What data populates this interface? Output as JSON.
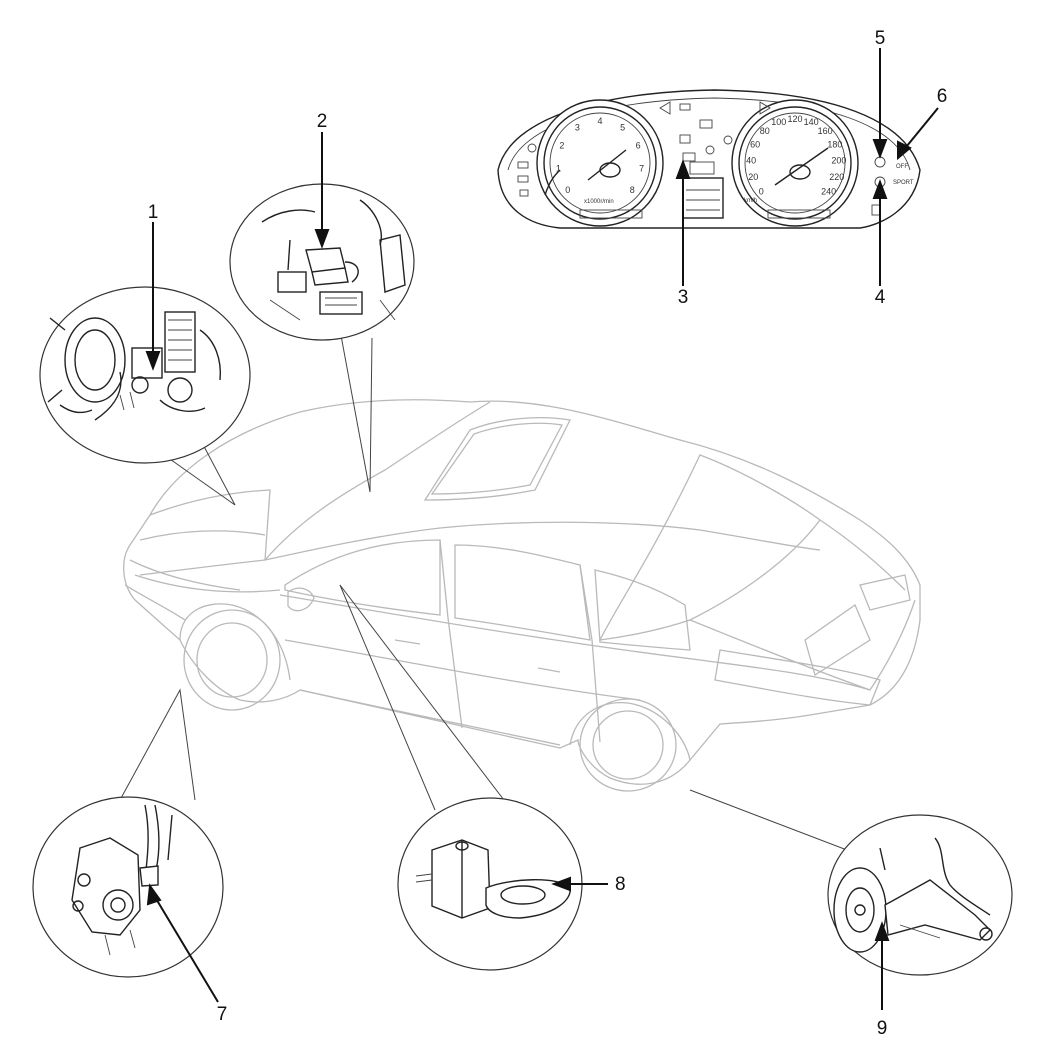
{
  "callouts": [
    {
      "id": "1",
      "label": "1"
    },
    {
      "id": "2",
      "label": "2"
    },
    {
      "id": "3",
      "label": "3"
    },
    {
      "id": "4",
      "label": "4"
    },
    {
      "id": "5",
      "label": "5"
    },
    {
      "id": "6",
      "label": "6"
    },
    {
      "id": "7",
      "label": "7"
    },
    {
      "id": "8",
      "label": "8"
    },
    {
      "id": "9",
      "label": "9"
    }
  ],
  "cluster": {
    "tach_ticks": [
      "0",
      "1",
      "2",
      "3",
      "4",
      "5",
      "6",
      "7",
      "8"
    ],
    "speed_ticks": [
      "0",
      "20",
      "40",
      "60",
      "80",
      "100",
      "120",
      "140",
      "160",
      "180",
      "200",
      "220",
      "240"
    ],
    "tach_unit": "x1000r/min",
    "speed_unit": "km/h",
    "sport_label": "SPORT",
    "off_label": "OFF"
  }
}
